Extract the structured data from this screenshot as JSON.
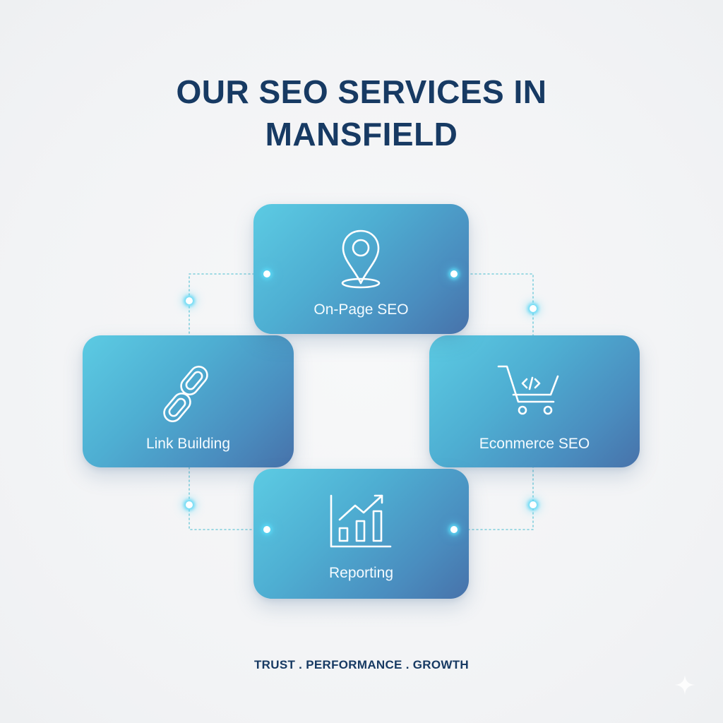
{
  "header": {
    "title_line1": "OUR SEO SERVICES IN",
    "title_line2": "MANSFIELD"
  },
  "services": [
    {
      "id": "top",
      "label": "On-Page SEO",
      "icon": "map-pin-icon"
    },
    {
      "id": "left",
      "label": "Link Building",
      "icon": "chain-link-icon"
    },
    {
      "id": "right",
      "label": "Econmerce SEO",
      "icon": "shopping-cart-code-icon"
    },
    {
      "id": "bottom",
      "label": "Reporting",
      "icon": "bar-chart-growth-icon"
    }
  ],
  "footer": {
    "tagline": "TRUST . PERFORMANCE . GROWTH"
  },
  "colors": {
    "title": "#173a63",
    "card_gradient_start": "#5ccbe3",
    "card_gradient_end": "#4772aa",
    "connector": "#7fd0dc",
    "dot_glow": "#5ad7f5",
    "background": "#f2f3f5"
  }
}
